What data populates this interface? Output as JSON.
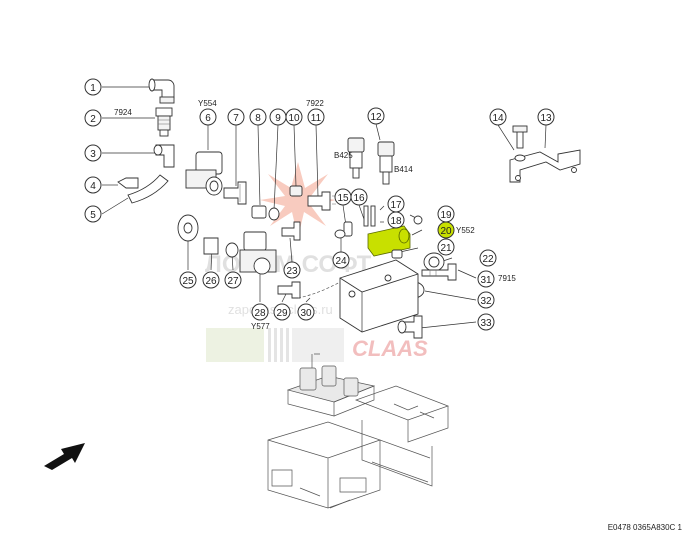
{
  "diagram": {
    "code": "E0478 0365A830C 1",
    "highlight_color": "#c8e000",
    "callouts": [
      {
        "n": "1"
      },
      {
        "n": "2"
      },
      {
        "n": "3"
      },
      {
        "n": "4"
      },
      {
        "n": "5"
      },
      {
        "n": "6"
      },
      {
        "n": "7"
      },
      {
        "n": "8"
      },
      {
        "n": "9"
      },
      {
        "n": "10"
      },
      {
        "n": "11"
      },
      {
        "n": "12"
      },
      {
        "n": "13"
      },
      {
        "n": "14"
      },
      {
        "n": "15"
      },
      {
        "n": "16"
      },
      {
        "n": "17"
      },
      {
        "n": "18"
      },
      {
        "n": "19"
      },
      {
        "n": "20"
      },
      {
        "n": "21"
      },
      {
        "n": "22"
      },
      {
        "n": "23"
      },
      {
        "n": "24"
      },
      {
        "n": "25"
      },
      {
        "n": "26"
      },
      {
        "n": "27"
      },
      {
        "n": "28"
      },
      {
        "n": "29"
      },
      {
        "n": "30"
      },
      {
        "n": "31"
      },
      {
        "n": "32"
      },
      {
        "n": "33"
      }
    ],
    "part_labels": {
      "p2": "7924",
      "p6": "Y554",
      "p11": "7922",
      "b425": "B425",
      "b414": "B414",
      "y552": "Y552",
      "p7915": "7915",
      "y577": "Y577"
    },
    "watermark": {
      "brand": "ЛОБИМ СОФТ",
      "site": "zapchasti-claas.ru",
      "logo": "CLAAS"
    }
  }
}
